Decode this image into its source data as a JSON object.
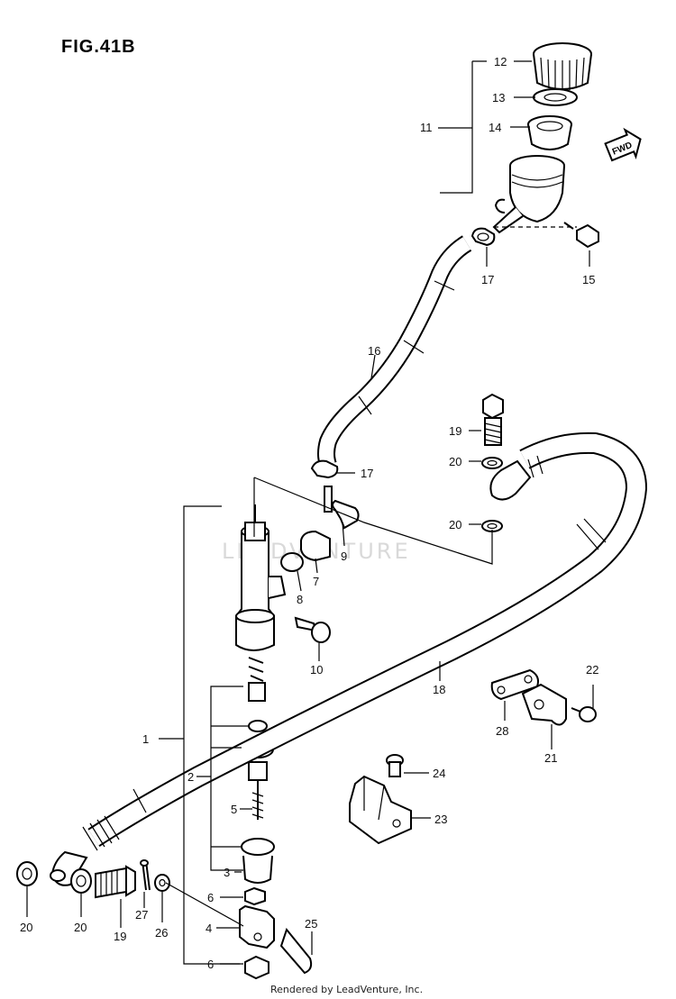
{
  "figure": {
    "title": "FIG.41B",
    "direction_badge": "FWD"
  },
  "watermark": "LEADVENTURE",
  "footer": "Rendered by LeadVenture, Inc.",
  "callouts": {
    "c1": "1",
    "c2": "2",
    "c3": "3",
    "c4": "4",
    "c5": "5",
    "c6a": "6",
    "c6b": "6",
    "c7": "7",
    "c8": "8",
    "c9": "9",
    "c10": "10",
    "c11": "11",
    "c12": "12",
    "c13": "13",
    "c14": "14",
    "c15": "15",
    "c16": "16",
    "c17a": "17",
    "c17b": "17",
    "c18": "18",
    "c19a": "19",
    "c19b": "19",
    "c20a": "20",
    "c20b": "20",
    "c20c": "20",
    "c20d": "20",
    "c21": "21",
    "c22": "22",
    "c23": "23",
    "c24": "24",
    "c25": "25",
    "c26": "26",
    "c27": "27",
    "c28": "28"
  }
}
